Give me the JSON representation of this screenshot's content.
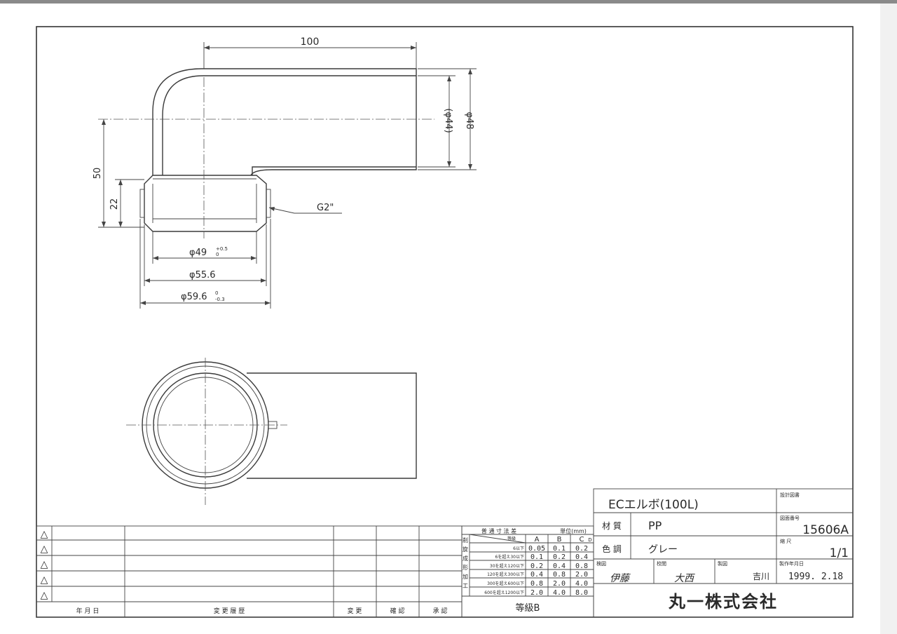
{
  "drawing": {
    "dimensions": {
      "length": "100",
      "inner_dia": "(φ44)",
      "outer_dia": "φ48",
      "height": "50",
      "socket_depth": "22",
      "thread": "G2\"",
      "dia1": "φ49",
      "dia1_tol_upper": "+0.5",
      "dia1_tol_lower": "0",
      "dia2": "φ55.6",
      "dia3": "φ59.6",
      "dia3_tol_upper": "0",
      "dia3_tol_lower": "-0.3"
    }
  },
  "revision_table": {
    "col_date": "年 月 日",
    "col_history": "変 更 履 歴",
    "col_change": "変 更",
    "col_check": "確 認",
    "col_approve": "承 認",
    "markers": [
      "△",
      "△",
      "△",
      "△",
      "△"
    ]
  },
  "tolerance_table": {
    "title": "普 通 寸 法 差",
    "unit": "単位(mm)",
    "row_labels": [
      "削",
      "旋",
      "成",
      "形",
      "加",
      "工"
    ],
    "grade_header": "等級",
    "grade_codes": [
      "A",
      "B",
      "C",
      "D"
    ],
    "rows": [
      {
        "range": "6以下",
        "values": [
          "0.05",
          "0.1",
          "0.2"
        ]
      },
      {
        "range": "6を超え30以下",
        "values": [
          "0.1",
          "0.2",
          "0.4"
        ]
      },
      {
        "range": "30を超え120以下",
        "values": [
          "0.2",
          "0.4",
          "0.8"
        ]
      },
      {
        "range": "120を超え300以下",
        "values": [
          "0.4",
          "0.8",
          "2.0"
        ]
      },
      {
        "range": "300を超え600以下",
        "values": [
          "0.8",
          "2.0",
          "4.0"
        ]
      },
      {
        "range": "600を超え1200以下",
        "values": [
          "2.0",
          "4.0",
          "8.0"
        ]
      }
    ],
    "grade": "等級B"
  },
  "title_block": {
    "part_name": "ECエルボ(100L)",
    "label_design_drawing": "設計図書",
    "label_material": "材 質",
    "material": "PP",
    "label_drawing_no": "図面番号",
    "drawing_no": "15606A",
    "label_color": "色 調",
    "color": "グレー",
    "label_scale": "縮 尺",
    "scale": "1/1",
    "label_inspect": "検図",
    "inspector": "伊藤",
    "label_check": "校閲",
    "checker": "大西",
    "label_draft": "製図",
    "drafter": "吉川",
    "label_date": "製作年月日",
    "date": "1999. 2.18",
    "company": "丸一株式会社"
  },
  "colors": {
    "line": "#3a3a3a",
    "paper": "#ffffff"
  }
}
